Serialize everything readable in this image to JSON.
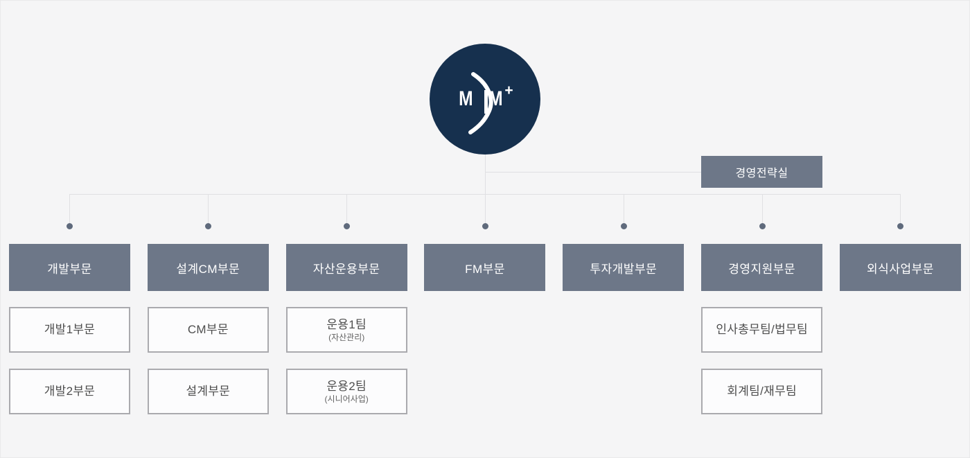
{
  "logo": {
    "m_left": "M",
    "m_right": "M",
    "plus": "+"
  },
  "strategy_office": {
    "label": "경영전략실"
  },
  "departments": [
    {
      "label": "개발부문",
      "children": [
        {
          "label": "개발1부문"
        },
        {
          "label": "개발2부문"
        }
      ]
    },
    {
      "label": "설계CM부문",
      "children": [
        {
          "label": "CM부문"
        },
        {
          "label": "설계부문"
        }
      ]
    },
    {
      "label": "자산운용부문",
      "children": [
        {
          "label": "운용1팀",
          "note": "(자산관리)"
        },
        {
          "label": "운용2팀",
          "note": "(시니어사업)"
        }
      ]
    },
    {
      "label": "FM부문",
      "children": []
    },
    {
      "label": "투자개발부문",
      "children": []
    },
    {
      "label": "경영지원부문",
      "children": [
        {
          "label": "인사총무팀/법무팀"
        },
        {
          "label": "회계팀/재무팀"
        }
      ]
    },
    {
      "label": "외식사업부문",
      "children": []
    }
  ],
  "colors": {
    "background": "#f5f5f6",
    "logo_navy": "#16304e",
    "box_slate": "#6d7788",
    "connector_line": "#e0e0e3",
    "connector_dot": "#5f6a7c",
    "sub_box_border": "#aaaaae",
    "sub_box_text": "#4d4d4d"
  }
}
